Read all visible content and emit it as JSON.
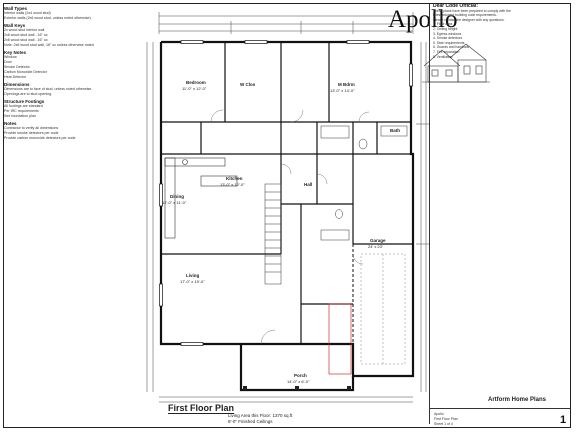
{
  "title": "Apollo",
  "plan_title": "First Floor Plan",
  "area_lines": [
    "Living Area this Floor: 1370 sq.ft",
    "8'-0\" Finished Ceilings"
  ],
  "logo_text": "Artform Home Plans",
  "page_number": "1",
  "notes_left": {
    "sections": [
      {
        "h": "Wall Types",
        "lines": [
          "Interior walls (2x4 wood stud)",
          "Exterior walls (2x6 wood stud, unless noted otherwise)"
        ]
      },
      {
        "h": "Wall Keys",
        "lines": [
          "2x wood stud interior wall",
          "2x6 wood stud wall - 16\" oc",
          "2x6 wood stud wall - 16\" oc",
          "Note: 2x6 wood stud wall, 16\" oc unless otherwise noted"
        ]
      },
      {
        "h": "Key Notes",
        "lines": [
          "Window",
          "Door",
          "Smoke Detector",
          "Carbon Monoxide Detector",
          "Heat Detector"
        ]
      },
      {
        "h": "Dimensions",
        "lines": [
          "Dimensions are to face of stud, unless noted otherwise.",
          "Openings are to stud opening."
        ]
      },
      {
        "h": "Structure Footings",
        "lines": [
          "All footings are standard",
          "Per IRC requirements",
          "See foundation plan"
        ]
      },
      {
        "h": "Notes",
        "lines": [
          "Contractor to verify all dimensions",
          "Provide smoke detectors per code",
          "Provide carbon monoxide detectors per code"
        ]
      }
    ]
  },
  "notes_right": {
    "h": "Dear Code Official:",
    "lines": [
      "These plans have been prepared to comply with the",
      "latest adopted building code requirements.",
      "Please contact the designer with any questions.",
      "1. Floor area",
      "2. Ceiling height",
      "3. Egress windows",
      "4. Smoke detectors",
      "5. Stair requirements",
      "6. Guards and handrails",
      "7. Fire separation",
      "8. Ventilation"
    ]
  },
  "rooms": [
    {
      "name": "Bedroom",
      "size": "11'-0\" x 12'-0\""
    },
    {
      "name": "W Clos",
      "size": ""
    },
    {
      "name": "M Bdrm",
      "size": "13'-0\" x 14'-0\""
    },
    {
      "name": "Bath",
      "size": ""
    },
    {
      "name": "Kitchen",
      "size": "13'-0\" x 12'-0\""
    },
    {
      "name": "Dining",
      "size": "12'-0\" x 11'-0\""
    },
    {
      "name": "Hall",
      "size": ""
    },
    {
      "name": "Garage",
      "size": "24' x 23'"
    },
    {
      "name": "Living",
      "size": "17'-0\" x 15'-0\""
    },
    {
      "name": "Porch",
      "size": "14'-0\" x 6'-0\""
    }
  ],
  "title_block": [
    "Apollo",
    "First Floor Plan",
    "Sheet 1 of 4"
  ]
}
